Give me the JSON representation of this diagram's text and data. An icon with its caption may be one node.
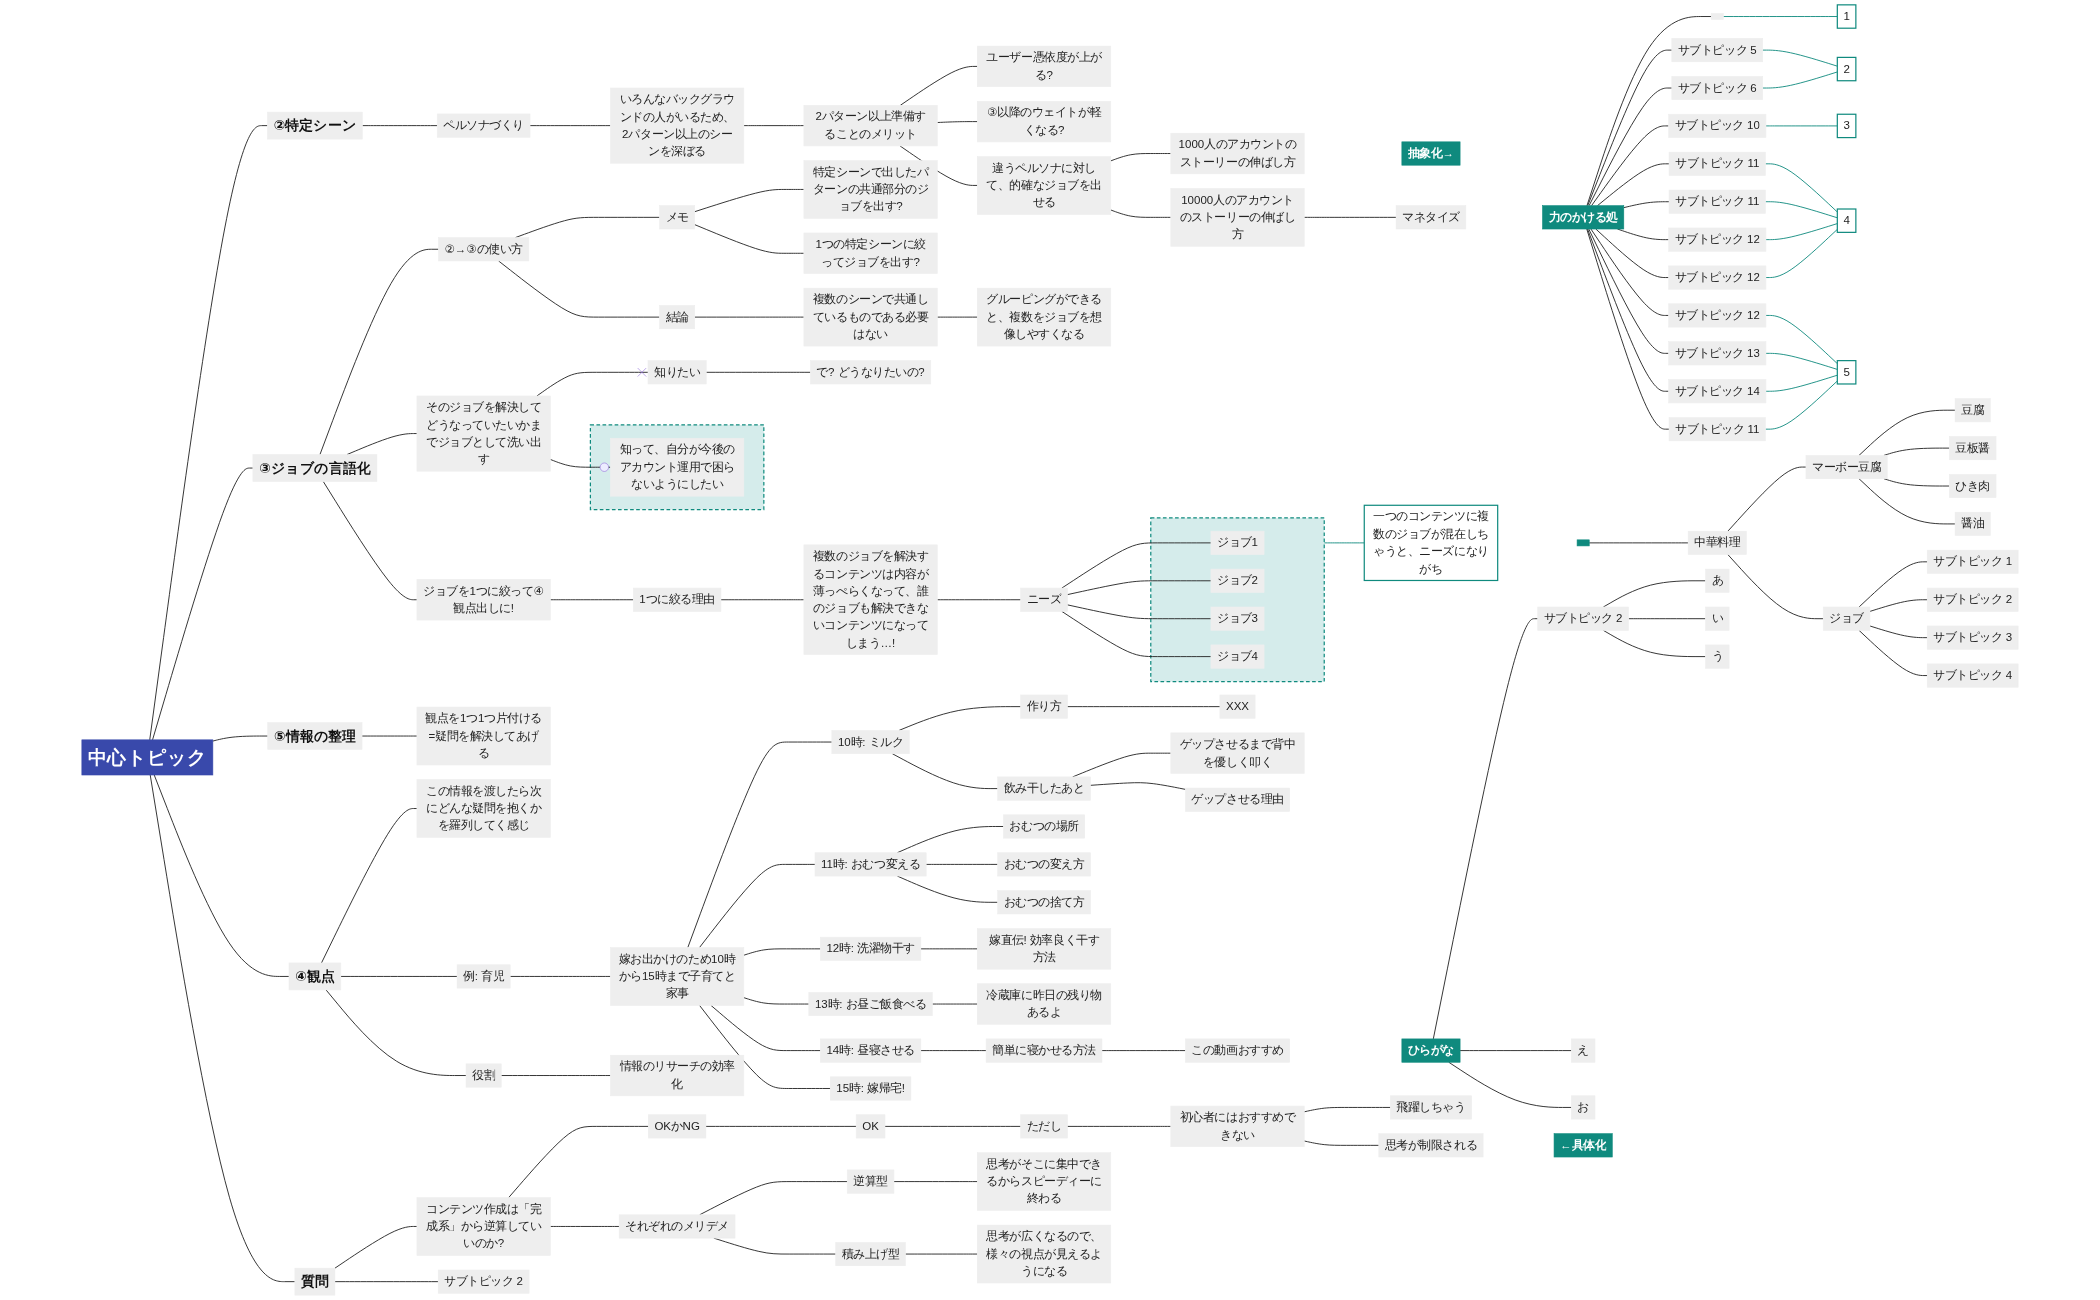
{
  "diagram": {
    "nodes": [
      {
        "text": [
          "中心トピック"
        ]
      },
      {
        "text": [
          "②特定シーン"
        ]
      },
      {
        "text": [
          "ペルソナづくり"
        ]
      },
      {
        "text": [
          "いろんなバックグラウンドの人がいるため、2パターン以上のシーンを深ぼる"
        ]
      },
      {
        "text": [
          "2パターン以上準備することのメリット"
        ]
      },
      {
        "text": [
          "ユーザー憑依度が上がる?"
        ]
      },
      {
        "text": [
          "③以降のウェイトが軽くなる?"
        ]
      },
      {
        "text": [
          "違うペルソナに対して、的確なジョブを出せる"
        ]
      },
      {
        "text": [
          "1000人のアカウントのストーリーの伸ばし方"
        ]
      },
      {
        "text": [
          "10000人のアカウントのストーリーの伸ばし方"
        ]
      },
      {
        "text": [
          "マネタイズ"
        ]
      },
      {
        "text": [
          "③ジョブの言語化"
        ]
      },
      {
        "text": [
          "②→③の使い方"
        ]
      },
      {
        "text": [
          "メモ"
        ]
      },
      {
        "text": [
          "特定シーンで出したパターンの共通部分のジョブを出す?"
        ]
      },
      {
        "text": [
          "1つの特定シーンに絞ってジョブを出す?"
        ]
      },
      {
        "text": [
          "結論"
        ]
      },
      {
        "text": [
          "複数のシーンで共通しているものである必要はない"
        ]
      },
      {
        "text": [
          "グルーピングができると、複数をジョブを想像しやすくなる"
        ]
      },
      {
        "text": [
          "そのジョブを解決してどうなっていたいかまでジョブとして洗い出す"
        ]
      },
      {
        "text": [
          "知りたい"
        ]
      },
      {
        "text": [
          "で? どうなりたいの?"
        ]
      },
      {
        "text": [],
        "shape": "box"
      },
      {
        "text": [
          "知って、自分が今後のアカウント運用で困らないようにしたい"
        ],
        "in": 22
      },
      {
        "text": [
          "ジョブを1つに絞って④観点出しに!"
        ]
      },
      {
        "text": [
          "1つに絞る理由"
        ]
      },
      {
        "text": [
          "複数のジョブを解決するコンテンツは内容が薄っぺらくなって、誰のジョブも解決できないコンテンツになってしまう…!"
        ]
      },
      {
        "text": [
          "ニーズ"
        ]
      },
      {
        "text": [],
        "shape": "box"
      },
      {
        "text": [
          "ジョブ1"
        ],
        "in": 28
      },
      {
        "text": [
          "ジョブ2"
        ],
        "in": 28
      },
      {
        "text": [
          "ジョブ3"
        ],
        "in": 28
      },
      {
        "text": [
          "ジョブ4"
        ],
        "in": 28
      },
      {
        "text": [
          "一つのコンテンツに複数のジョブが混在しちゃうと、ニーズになりがち"
        ]
      },
      {
        "text": [
          "⑤情報の整理"
        ]
      },
      {
        "text": [
          "観点を1つ1つ片付ける=疑問を解決してあげる"
        ]
      },
      {
        "text": [
          "④観点"
        ]
      },
      {
        "text": [
          "この情報を渡したら次にどんな疑問を抱くかを羅列してく感じ"
        ]
      },
      {
        "text": [
          "例: 育児"
        ]
      },
      {
        "text": [
          "嫁お出かけのため10時から15時まで子育てと家事"
        ]
      },
      {
        "text": [
          "10時: ミルク"
        ]
      },
      {
        "text": [
          "作り方"
        ]
      },
      {
        "text": [
          "XXX"
        ]
      },
      {
        "text": [
          "飲み干したあと"
        ]
      },
      {
        "text": [
          "ゲップさせるまで背中を優しく叩く"
        ]
      },
      {
        "text": [
          "ゲップさせる理由"
        ]
      },
      {
        "text": [
          "11時: おむつ変える"
        ]
      },
      {
        "text": [
          "おむつの場所"
        ]
      },
      {
        "text": [
          "おむつの変え方"
        ]
      },
      {
        "text": [
          "おむつの捨て方"
        ]
      },
      {
        "text": [
          "12時: 洗濯物干す"
        ]
      },
      {
        "text": [
          "嫁直伝! 効率良く干す方法"
        ]
      },
      {
        "text": [
          "13時: お昼ご飯食べる"
        ]
      },
      {
        "text": [
          "冷蔵庫に昨日の残り物あるよ"
        ]
      },
      {
        "text": [
          "14時: 昼寝させる"
        ]
      },
      {
        "text": [
          "簡単に寝かせる方法"
        ]
      },
      {
        "text": [
          "この動画おすすめ"
        ]
      },
      {
        "text": [
          "15時: 嫁帰宅!"
        ]
      },
      {
        "text": [
          "役割"
        ]
      },
      {
        "text": [
          "情報のリサーチの効率化"
        ]
      },
      {
        "text": [
          "質問"
        ]
      },
      {
        "text": [
          "コンテンツ作成は「完成系」から逆算していいのか?"
        ]
      },
      {
        "text": [
          "OKかNG"
        ]
      },
      {
        "text": [
          "OK"
        ]
      },
      {
        "text": [
          "ただし"
        ]
      },
      {
        "text": [
          "初心者にはおすすめできない"
        ]
      },
      {
        "text": [
          "飛躍しちゃう"
        ]
      },
      {
        "text": [
          "思考が制限される"
        ]
      },
      {
        "text": [
          "それぞれのメリデメ"
        ]
      },
      {
        "text": [
          "逆算型"
        ]
      },
      {
        "text": [
          "思考がそこに集中できるからスピーディーに終わる"
        ]
      },
      {
        "text": [
          "積み上げ型"
        ]
      },
      {
        "text": [
          "思考が広くなるので、様々の視点が見えるようになる"
        ]
      },
      {
        "text": [
          "サブトピック 2"
        ]
      },
      {
        "text": [
          "ひらがな"
        ]
      },
      {
        "text": [
          "サブトピック 2"
        ]
      },
      {
        "text": [
          "あ"
        ]
      },
      {
        "text": [
          "い"
        ]
      },
      {
        "text": [
          "う"
        ]
      },
      {
        "text": [
          "え"
        ]
      },
      {
        "text": [
          "お"
        ]
      },
      {
        "text": [
          "力のかける処"
        ]
      },
      {
        "text": [],
        "shape": "box"
      },
      {
        "text": [
          "サブトピック 5"
        ]
      },
      {
        "text": [
          "サブトピック 6"
        ]
      },
      {
        "text": [
          "サブトピック 10"
        ]
      },
      {
        "text": [
          "サブトピック 11"
        ]
      },
      {
        "text": [
          "サブトピック 11"
        ]
      },
      {
        "text": [
          "サブトピック 12"
        ]
      },
      {
        "text": [
          "サブトピック 12"
        ]
      },
      {
        "text": [
          "サブトピック 12"
        ]
      },
      {
        "text": [
          "サブトピック 13"
        ]
      },
      {
        "text": [
          "サブトピック 14"
        ]
      },
      {
        "text": [
          "サブトピック 11"
        ]
      },
      {
        "text": [
          "1"
        ]
      },
      {
        "text": [
          "2"
        ]
      },
      {
        "text": [
          "3"
        ]
      },
      {
        "text": [
          "4"
        ]
      },
      {
        "text": [
          "5"
        ]
      },
      {
        "text": [
          "←具体化"
        ]
      },
      {
        "text": [
          "抽象化→"
        ]
      },
      {
        "text": [],
        "shape": "box"
      },
      {
        "text": [
          "中華料理"
        ]
      },
      {
        "text": [
          "マーボー豆腐"
        ]
      },
      {
        "text": [
          "豆腐"
        ]
      },
      {
        "text": [
          "豆板醤"
        ]
      },
      {
        "text": [
          "ひき肉"
        ]
      },
      {
        "text": [
          "醤油"
        ]
      },
      {
        "text": [
          "ジョブ"
        ]
      },
      {
        "text": [
          "サブトピック 1"
        ]
      },
      {
        "text": [
          "サブトピック 2"
        ]
      },
      {
        "text": [
          "サブトピック 3"
        ]
      },
      {
        "text": [
          "サブトピック 4"
        ]
      }
    ],
    "edges": [
      {
        "from": 0,
        "to": 1,
        "arrow": "none"
      },
      {
        "from": 1,
        "to": 2,
        "arrow": "none"
      },
      {
        "from": 2,
        "to": 3,
        "arrow": "none"
      },
      {
        "from": 3,
        "to": 4,
        "arrow": "none"
      },
      {
        "from": 4,
        "to": 5,
        "arrow": "none"
      },
      {
        "from": 4,
        "to": 6,
        "arrow": "none"
      },
      {
        "from": 4,
        "to": 7,
        "arrow": "none"
      },
      {
        "from": 7,
        "to": 8,
        "arrow": "none"
      },
      {
        "from": 7,
        "to": 9,
        "arrow": "none"
      },
      {
        "from": 9,
        "to": 10,
        "arrow": "none"
      },
      {
        "from": 0,
        "to": 11,
        "arrow": "none"
      },
      {
        "from": 11,
        "to": 12,
        "arrow": "none"
      },
      {
        "from": 12,
        "to": 13,
        "arrow": "none"
      },
      {
        "from": 13,
        "to": 14,
        "arrow": "none"
      },
      {
        "from": 13,
        "to": 15,
        "arrow": "none"
      },
      {
        "from": 12,
        "to": 16,
        "arrow": "none"
      },
      {
        "from": 16,
        "to": 17,
        "arrow": "none"
      },
      {
        "from": 17,
        "to": 18,
        "arrow": "none"
      },
      {
        "from": 11,
        "to": 19,
        "arrow": "none"
      },
      {
        "from": 19,
        "to": 20,
        "arrow": "none"
      },
      {
        "from": 20,
        "to": 21,
        "arrow": "none"
      },
      {
        "from": 19,
        "to": 23,
        "arrow": "none"
      },
      {
        "from": 11,
        "to": 24,
        "arrow": "none"
      },
      {
        "from": 24,
        "to": 25,
        "arrow": "none"
      },
      {
        "from": 25,
        "to": 26,
        "arrow": "none"
      },
      {
        "from": 26,
        "to": 27,
        "arrow": "none"
      },
      {
        "from": 27,
        "to": 29,
        "arrow": "none"
      },
      {
        "from": 27,
        "to": 30,
        "arrow": "none"
      },
      {
        "from": 27,
        "to": 31,
        "arrow": "none"
      },
      {
        "from": 27,
        "to": 32,
        "arrow": "none"
      },
      {
        "from": 28,
        "to": 33,
        "arrow": "none",
        "color": "#0f8a7e"
      },
      {
        "from": 0,
        "to": 34,
        "arrow": "none"
      },
      {
        "from": 34,
        "to": 35,
        "arrow": "none"
      },
      {
        "from": 0,
        "to": 36,
        "arrow": "none"
      },
      {
        "from": 36,
        "to": 37,
        "arrow": "none"
      },
      {
        "from": 36,
        "to": 38,
        "arrow": "none"
      },
      {
        "from": 38,
        "to": 39,
        "arrow": "none"
      },
      {
        "from": 39,
        "to": 40,
        "arrow": "none"
      },
      {
        "from": 40,
        "to": 41,
        "arrow": "none"
      },
      {
        "from": 41,
        "to": 42,
        "arrow": "none"
      },
      {
        "from": 40,
        "to": 43,
        "arrow": "none"
      },
      {
        "from": 43,
        "to": 44,
        "arrow": "none"
      },
      {
        "from": 43,
        "to": 45,
        "arrow": "none"
      },
      {
        "from": 39,
        "to": 46,
        "arrow": "none"
      },
      {
        "from": 46,
        "to": 47,
        "arrow": "none"
      },
      {
        "from": 46,
        "to": 48,
        "arrow": "none"
      },
      {
        "from": 46,
        "to": 49,
        "arrow": "none"
      },
      {
        "from": 39,
        "to": 50,
        "arrow": "none"
      },
      {
        "from": 50,
        "to": 51,
        "arrow": "none"
      },
      {
        "from": 39,
        "to": 52,
        "arrow": "none"
      },
      {
        "from": 52,
        "to": 53,
        "arrow": "none"
      },
      {
        "from": 39,
        "to": 54,
        "arrow": "none"
      },
      {
        "from": 54,
        "to": 55,
        "arrow": "none"
      },
      {
        "from": 55,
        "to": 56,
        "arrow": "none"
      },
      {
        "from": 39,
        "to": 57,
        "arrow": "none"
      },
      {
        "from": 36,
        "to": 58,
        "arrow": "none"
      },
      {
        "from": 58,
        "to": 59,
        "arrow": "none"
      },
      {
        "from": 0,
        "to": 60,
        "arrow": "none"
      },
      {
        "from": 60,
        "to": 61,
        "arrow": "none"
      },
      {
        "from": 61,
        "to": 62,
        "arrow": "none"
      },
      {
        "from": 62,
        "to": 63,
        "arrow": "none"
      },
      {
        "from": 63,
        "to": 64,
        "arrow": "none"
      },
      {
        "from": 64,
        "to": 65,
        "arrow": "none"
      },
      {
        "from": 65,
        "to": 66,
        "arrow": "none"
      },
      {
        "from": 65,
        "to": 67,
        "arrow": "none"
      },
      {
        "from": 61,
        "to": 68,
        "arrow": "none"
      },
      {
        "from": 68,
        "to": 69,
        "arrow": "none"
      },
      {
        "from": 69,
        "to": 70,
        "arrow": "none"
      },
      {
        "from": 68,
        "to": 71,
        "arrow": "none"
      },
      {
        "from": 71,
        "to": 72,
        "arrow": "none"
      },
      {
        "from": 60,
        "to": 73,
        "arrow": "none"
      },
      {
        "from": 74,
        "to": 75,
        "arrow": "none"
      },
      {
        "from": 75,
        "to": 76,
        "arrow": "none"
      },
      {
        "from": 75,
        "to": 77,
        "arrow": "none"
      },
      {
        "from": 75,
        "to": 78,
        "arrow": "none"
      },
      {
        "from": 74,
        "to": 79,
        "arrow": "none"
      },
      {
        "from": 74,
        "to": 80,
        "arrow": "none"
      },
      {
        "from": 81,
        "to": 82,
        "arrow": "none"
      },
      {
        "from": 81,
        "to": 83,
        "arrow": "none"
      },
      {
        "from": 81,
        "to": 84,
        "arrow": "none"
      },
      {
        "from": 81,
        "to": 85,
        "arrow": "none"
      },
      {
        "from": 81,
        "to": 86,
        "arrow": "none"
      },
      {
        "from": 81,
        "to": 87,
        "arrow": "none"
      },
      {
        "from": 81,
        "to": 88,
        "arrow": "none"
      },
      {
        "from": 81,
        "to": 89,
        "arrow": "none"
      },
      {
        "from": 81,
        "to": 90,
        "arrow": "none"
      },
      {
        "from": 81,
        "to": 91,
        "arrow": "none"
      },
      {
        "from": 81,
        "to": 92,
        "arrow": "none"
      },
      {
        "from": 81,
        "to": 93,
        "arrow": "none"
      },
      {
        "from": 82,
        "to": 94,
        "arrow": "none",
        "color": "#0f8a7e"
      },
      {
        "from": 83,
        "to": 95,
        "arrow": "none",
        "color": "#0f8a7e"
      },
      {
        "from": 84,
        "to": 95,
        "arrow": "none",
        "color": "#0f8a7e"
      },
      {
        "from": 85,
        "to": 96,
        "arrow": "none",
        "color": "#0f8a7e"
      },
      {
        "from": 86,
        "to": 97,
        "arrow": "none",
        "color": "#0f8a7e"
      },
      {
        "from": 87,
        "to": 97,
        "arrow": "none",
        "color": "#0f8a7e"
      },
      {
        "from": 88,
        "to": 97,
        "arrow": "none",
        "color": "#0f8a7e"
      },
      {
        "from": 89,
        "to": 97,
        "arrow": "none",
        "color": "#0f8a7e"
      },
      {
        "from": 90,
        "to": 98,
        "arrow": "none",
        "color": "#0f8a7e"
      },
      {
        "from": 91,
        "to": 98,
        "arrow": "none",
        "color": "#0f8a7e"
      },
      {
        "from": 92,
        "to": 98,
        "arrow": "none",
        "color": "#0f8a7e"
      },
      {
        "from": 93,
        "to": 98,
        "arrow": "none",
        "color": "#0f8a7e"
      },
      {
        "from": 101,
        "to": 102,
        "arrow": "none"
      },
      {
        "from": 102,
        "to": 103,
        "arrow": "none"
      },
      {
        "from": 103,
        "to": 104,
        "arrow": "none"
      },
      {
        "from": 103,
        "to": 105,
        "arrow": "none"
      },
      {
        "from": 103,
        "to": 106,
        "arrow": "none"
      },
      {
        "from": 103,
        "to": 107,
        "arrow": "none"
      },
      {
        "from": 102,
        "to": 108,
        "arrow": "none"
      },
      {
        "from": 108,
        "to": 109,
        "arrow": "none"
      },
      {
        "from": 108,
        "to": 110,
        "arrow": "none"
      },
      {
        "from": 108,
        "to": 111,
        "arrow": "none"
      },
      {
        "from": 108,
        "to": 112,
        "arrow": "none"
      }
    ]
  }
}
